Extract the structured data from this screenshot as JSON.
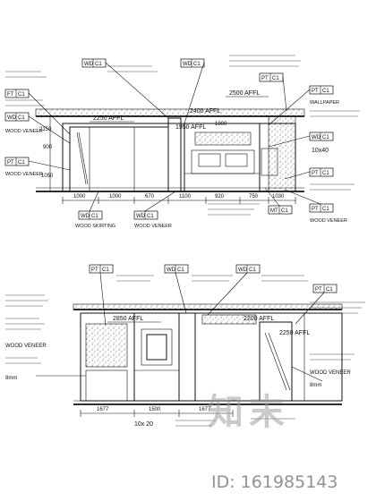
{
  "elevation_top": {
    "dims_top": [
      "2500 AFFL",
      "2400 AFFL",
      "1950 AFFL",
      "1800",
      "2250 AFFL"
    ],
    "dims_bottom": [
      "1000",
      "1000",
      "670",
      "1100",
      "920",
      "750",
      "1030"
    ],
    "dim_side": [
      "900",
      "1050",
      "2150"
    ],
    "tags": [
      {
        "code": "FT",
        "num": "C1"
      },
      {
        "code": "WD",
        "num": "C1"
      },
      {
        "code": "WD",
        "num": "C1"
      },
      {
        "code": "PT",
        "num": "C1"
      },
      {
        "code": "PT",
        "num": "C1"
      },
      {
        "code": "WD",
        "num": "C1"
      },
      {
        "code": "MT",
        "num": "C1"
      },
      {
        "code": "PT",
        "num": "C1"
      },
      {
        "code": "WD",
        "num": "C1"
      },
      {
        "code": "WD",
        "num": "C1"
      },
      {
        "code": "WD",
        "num": "C1"
      },
      {
        "code": "PT",
        "num": "C1"
      },
      {
        "code": "PT",
        "num": "C1"
      }
    ],
    "notes_left": [
      "WOOD VENEER",
      "WOOD VENEER"
    ],
    "notes_right": [
      "WALLPAPER",
      "10x40"
    ],
    "notes_bottom": [
      "WOOD SKIRTING",
      "WOOD VENEER",
      "WOOD VENEER"
    ]
  },
  "elevation_bottom": {
    "dims_top": [
      "2850 AFFL",
      "2200 AFFL",
      "2250 AFFL"
    ],
    "dims_bottom": [
      "1677",
      "1500",
      "1677"
    ],
    "tags": [
      {
        "code": "PT",
        "num": "C1"
      },
      {
        "code": "WD",
        "num": "C1"
      },
      {
        "code": "WD",
        "num": "C1"
      },
      {
        "code": "PT",
        "num": "C1"
      }
    ],
    "notes": [
      "8mm",
      "8mm",
      "WOOD VENEER",
      "10x 20",
      "WOOD VENEER"
    ]
  },
  "watermark": {
    "logo": "知末",
    "id_text": "ID: 161985143"
  }
}
